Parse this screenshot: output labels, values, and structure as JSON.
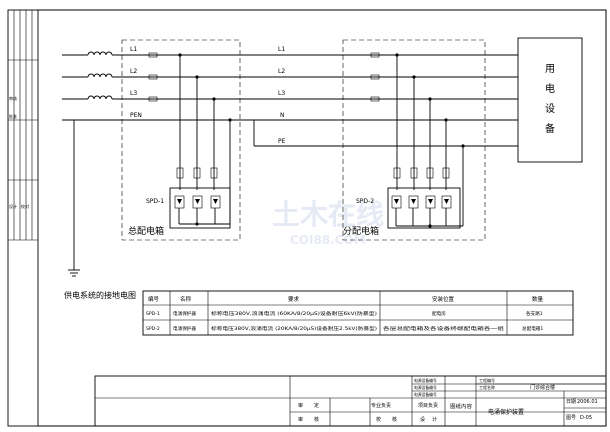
{
  "diagram": {
    "phase_lines": [
      "L1",
      "L2",
      "L3"
    ],
    "pen_label": "PEN",
    "n_label": "N",
    "pe_label": "PE",
    "right_lines": [
      "L1",
      "L2",
      "L3",
      "N",
      "PE"
    ],
    "load_label_chars": [
      "用",
      "电",
      "设",
      "备"
    ],
    "main_box_label": "总配电箱",
    "sub_box_label": "分配电箱",
    "spd1_label": "SPD-1",
    "spd2_label": "SPD-2",
    "ground_caption": "供电系统的接地电图"
  },
  "left_strip": {
    "texts": [
      "审核",
      "批准",
      "设计",
      "校对"
    ]
  },
  "watermark": {
    "main": "土木在线",
    "sub": "COI88.COM"
  },
  "spd_table": {
    "headers": [
      "编号",
      "名称",
      "要求",
      "安装位置",
      "数量"
    ],
    "rows": [
      [
        "SPD-1",
        "电涌保护器",
        "标称电压380V,浪涌电流 (60KA/8/20μS)设备耐压6kV(防暴型)",
        "配电房",
        "各支路1"
      ],
      [
        "SPD-2",
        "电涌保护器",
        "标称电压380V,浪涌电流 (20KA/8/20μS)设备耐压2.5kV(防暴型)",
        "各层总配电箱及各设备终端配电箱各一组",
        "总配电箱1"
      ]
    ]
  },
  "title_block": {
    "small_cells": [
      "电源设备编号",
      "电源设备编号",
      "电源设备编号"
    ],
    "right_top": [
      "工程编号",
      "工程名称"
    ],
    "project": "门诊综合楼",
    "sheet_label": "图纸内容",
    "sheet_title": "电涌保护装置",
    "date_label": "日期",
    "date_value": "2006.01",
    "drawing_no_label": "图号",
    "drawing_no_value": "D-05",
    "sign": [
      [
        "审",
        "定",
        "专业负责",
        "项目负责"
      ],
      [
        "审",
        "核",
        "校",
        "核",
        "设",
        "计"
      ]
    ]
  }
}
